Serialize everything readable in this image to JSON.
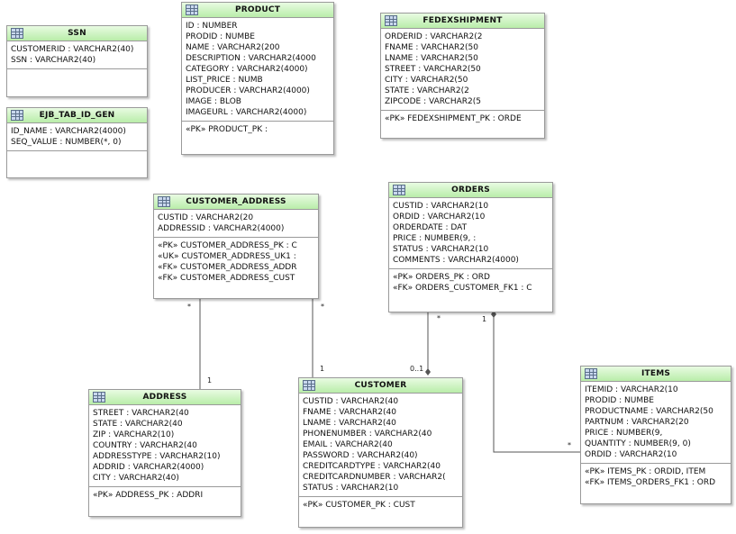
{
  "tables": [
    {
      "key": "ssn",
      "name": "SSN",
      "columns": [
        "CUSTOMERID : VARCHAR2(40)",
        "SSN : VARCHAR2(40)"
      ],
      "keys": []
    },
    {
      "key": "ejb",
      "name": "EJB_TAB_ID_GEN",
      "columns": [
        "ID_NAME : VARCHAR2(4000)",
        "SEQ_VALUE : NUMBER(*, 0)"
      ],
      "keys": []
    },
    {
      "key": "product",
      "name": "PRODUCT",
      "columns": [
        "ID : NUMBER",
        "PRODID : NUMBE",
        "NAME : VARCHAR2(200",
        "DESCRIPTION : VARCHAR2(4000",
        "CATEGORY : VARCHAR2(4000)",
        "LIST_PRICE : NUMB",
        "PRODUCER : VARCHAR2(4000)",
        "IMAGE : BLOB",
        "IMAGEURL : VARCHAR2(4000)"
      ],
      "keys": [
        "«PK» PRODUCT_PK :"
      ]
    },
    {
      "key": "fedex",
      "name": "FEDEXSHIPMENT",
      "columns": [
        "ORDERID : VARCHAR2(2",
        "FNAME : VARCHAR2(50",
        "LNAME : VARCHAR2(50",
        "STREET : VARCHAR2(50",
        "CITY : VARCHAR2(50",
        "STATE : VARCHAR2(2",
        "ZIPCODE : VARCHAR2(5"
      ],
      "keys": [
        "«PK» FEDEXSHIPMENT_PK : ORDE"
      ]
    },
    {
      "key": "custaddr",
      "name": "CUSTOMER_ADDRESS",
      "columns": [
        "CUSTID : VARCHAR2(20",
        "ADDRESSID : VARCHAR2(4000)"
      ],
      "keys": [
        "«PK» CUSTOMER_ADDRESS_PK : C",
        "«UK» CUSTOMER_ADDRESS_UK1 :",
        "«FK» CUSTOMER_ADDRESS_ADDR",
        "«FK» CUSTOMER_ADDRESS_CUST"
      ]
    },
    {
      "key": "orders",
      "name": "ORDERS",
      "columns": [
        "CUSTID : VARCHAR2(10",
        "ORDID : VARCHAR2(10",
        "ORDERDATE : DAT",
        "PRICE : NUMBER(9, :",
        "STATUS : VARCHAR2(10",
        "COMMENTS : VARCHAR2(4000)"
      ],
      "keys": [
        "«PK» ORDERS_PK : ORD",
        "«FK» ORDERS_CUSTOMER_FK1 : C"
      ]
    },
    {
      "key": "address",
      "name": "ADDRESS",
      "columns": [
        "STREET : VARCHAR2(40",
        "STATE : VARCHAR2(40",
        "ZIP : VARCHAR2(10)",
        "COUNTRY : VARCHAR2(40",
        "ADDRESSTYPE : VARCHAR2(10)",
        "ADDRID : VARCHAR2(4000)",
        "CITY : VARCHAR2(40)"
      ],
      "keys": [
        "«PK» ADDRESS_PK : ADDRI"
      ]
    },
    {
      "key": "customer",
      "name": "CUSTOMER",
      "columns": [
        "CUSTID : VARCHAR2(40",
        "FNAME : VARCHAR2(40",
        "LNAME : VARCHAR2(40",
        "PHONENUMBER : VARCHAR2(40",
        "EMAIL : VARCHAR2(40",
        "PASSWORD : VARCHAR2(40)",
        "CREDITCARDTYPE : VARCHAR2(40",
        "CREDITCARDNUMBER : VARCHAR2(",
        "STATUS : VARCHAR2(10"
      ],
      "keys": [
        "«PK» CUSTOMER_PK : CUST"
      ]
    },
    {
      "key": "items",
      "name": "ITEMS",
      "columns": [
        "ITEMID : VARCHAR2(10",
        "PRODID : NUMBE",
        "PRODUCTNAME : VARCHAR2(50",
        "PARTNUM : VARCHAR2(20",
        "PRICE : NUMBER(9,",
        "QUANTITY : NUMBER(9, 0)",
        "ORDID : VARCHAR2(10"
      ],
      "keys": [
        "«PK» ITEMS_PK : ORDID, ITEM",
        "«FK» ITEMS_ORDERS_FK1 : ORD"
      ]
    }
  ],
  "multiplicities": {
    "ca_addr_top": "*",
    "ca_addr_bottom": "1",
    "ca_cust_top": "*",
    "ca_cust_bottom": "1",
    "ord_cust_top": "*",
    "ord_cust_bottom": "0..1",
    "ord_items_top": "1",
    "ord_items_bottom": "*"
  },
  "colors": {
    "header_top": "#e8fbe2",
    "header_bottom": "#b9eda9",
    "border": "#9a9a9a",
    "line": "#555555"
  }
}
